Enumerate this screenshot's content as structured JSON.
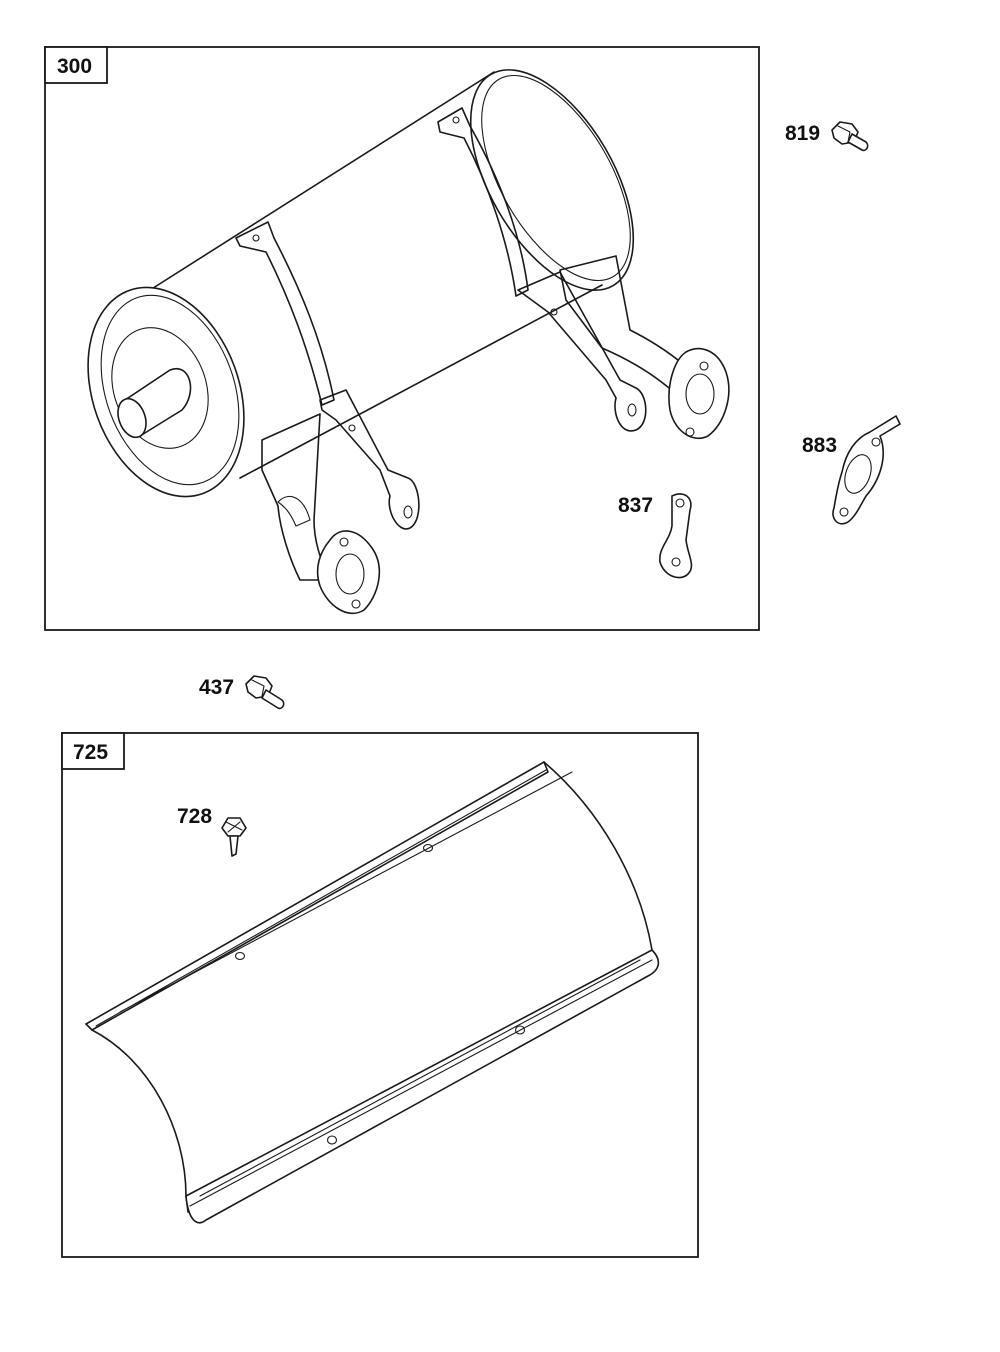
{
  "groups": [
    {
      "id": "muffler-assembly",
      "number": "300"
    },
    {
      "id": "heat-shield-assembly",
      "number": "725"
    }
  ],
  "parts": [
    {
      "id": "bolt-819",
      "number": "819"
    },
    {
      "id": "gasket-883",
      "number": "883"
    },
    {
      "id": "lock-plate-837",
      "number": "837"
    },
    {
      "id": "bolt-437",
      "number": "437"
    },
    {
      "id": "screw-728",
      "number": "728"
    }
  ]
}
